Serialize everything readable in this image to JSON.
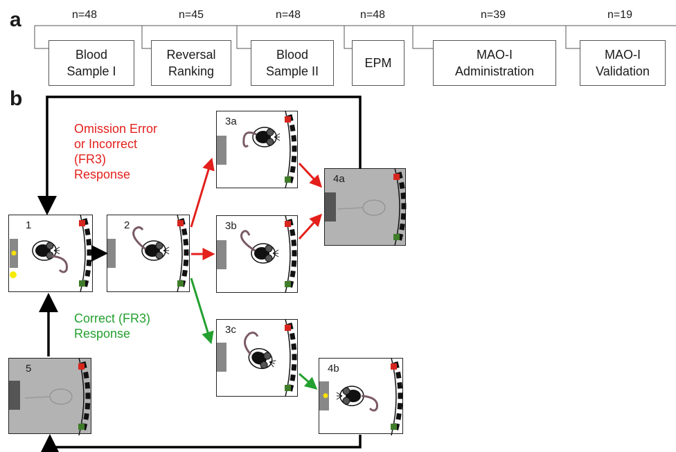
{
  "panel_a": {
    "letter": "a",
    "stages": [
      {
        "n": "n=48",
        "label": "Blood\nSample I"
      },
      {
        "n": "n=45",
        "label": "Reversal\nRanking"
      },
      {
        "n": "n=48",
        "label": "Blood\nSample II"
      },
      {
        "n": "n=48",
        "label": "EPM"
      },
      {
        "n": "n=39",
        "label": "MAO-I\nAdministration"
      },
      {
        "n": "n=19",
        "label": "MAO-I\nValidation"
      }
    ]
  },
  "panel_b": {
    "letter": "b",
    "omission_text": "Omission Error\nor Incorrect\n(FR3)\nResponse",
    "correct_text": "Correct (FR3)\nResponse",
    "cages": {
      "c1": "1",
      "c2": "2",
      "c3a": "3a",
      "c3b": "3b",
      "c3c": "3c",
      "c4a": "4a",
      "c4b": "4b",
      "c5": "5"
    },
    "colors": {
      "incorrect": "#e3201c",
      "correct": "#23a02f",
      "flow": "#000000"
    }
  }
}
